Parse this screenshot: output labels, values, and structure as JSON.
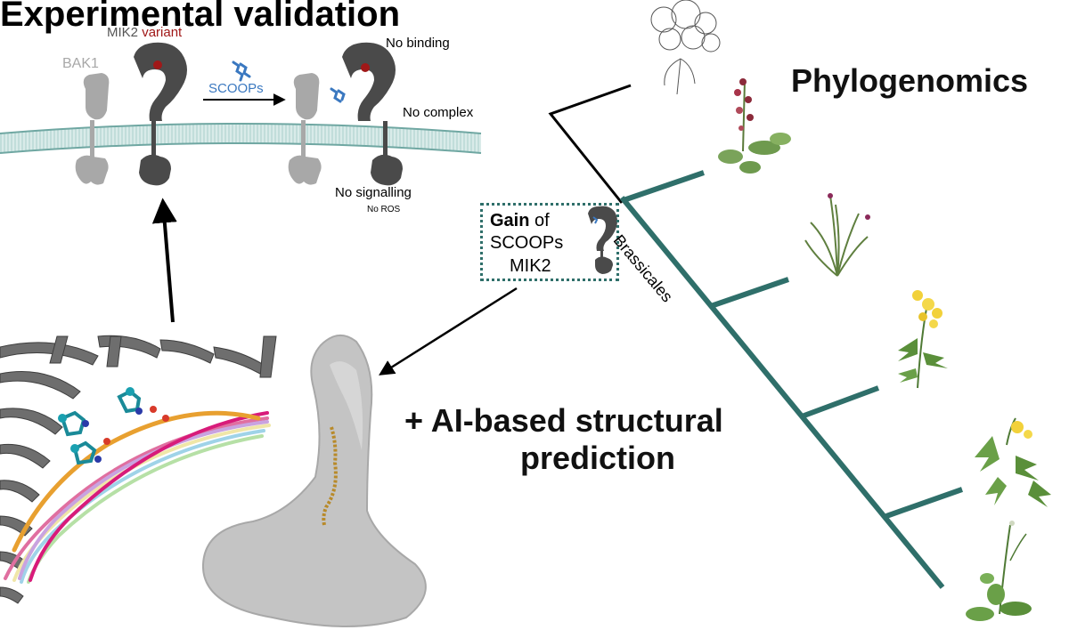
{
  "title": "Experimental validation",
  "mik2_label": "MIK2",
  "variant_label": "variant",
  "bak1_label": "BAK1",
  "scoops_label": "SCOOPs",
  "outcomes": {
    "no_binding": "No binding",
    "no_complex": "No complex",
    "no_signalling": "No signalling",
    "no_ros": "No ROS"
  },
  "gain_box": {
    "bold": "Gain",
    "of": "of",
    "scoops": "SCOOPs",
    "mik2": "MIK2"
  },
  "phylogenomics": "Phylogenomics",
  "brassicales": "Brassicales",
  "ai_prediction": {
    "line1": "+ AI-based structural",
    "line2": "prediction"
  },
  "colors": {
    "tree": "#2f6f6a",
    "receptor_dark": "#4a4a4a",
    "receptor_light": "#a8a8a8",
    "variant_red": "#a01818",
    "scoops_blue": "#3a78c0",
    "membrane": "#9cc4c0"
  }
}
